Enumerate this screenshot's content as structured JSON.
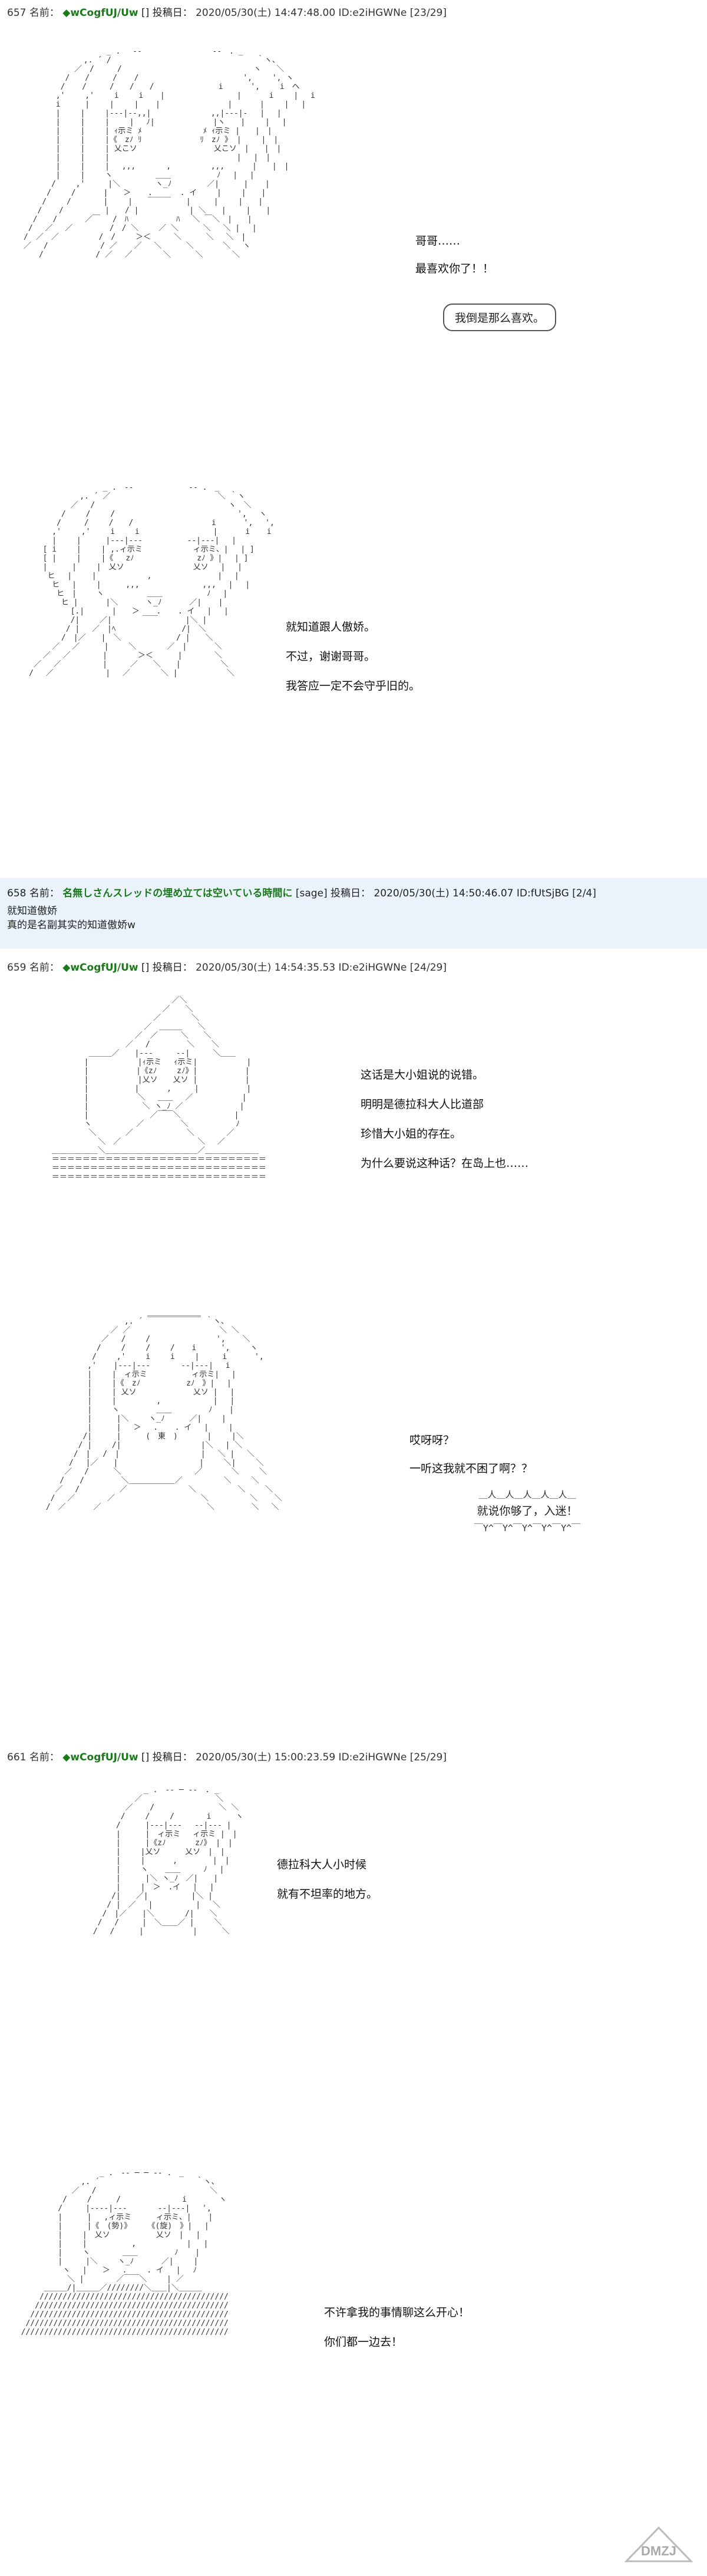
{
  "posts": [
    {
      "num": "657",
      "label": "名前：",
      "name": "◆wCogfUJ/Uw",
      "sep": "[] 投稿日：",
      "date": "2020/05/30(土) 14:47:48.00 ID:e2iHGWNe [23/29]"
    },
    {
      "num": "658",
      "label": "名前：",
      "name": "名無しさんスレッドの埋め立ては空いている時間に",
      "sep": "[sage] 投稿日：",
      "date": "2020/05/30(土) 14:50:46.07 ID:fUtSjBG [2/4]"
    },
    {
      "num": "659",
      "label": "名前：",
      "name": "◆wCogfUJ/Uw",
      "sep": "[] 投稿日：",
      "date": "2020/05/30(土) 14:54:35.53 ID:e2iHGWNe [24/29]"
    },
    {
      "num": "661",
      "label": "名前：",
      "name": "◆wCogfUJ/Uw",
      "sep": "[] 投稿日：",
      "date": "2020/05/30(土) 15:00:23.59 ID:e2iHGWNe [25/29]"
    }
  ],
  "reply658": {
    "line1": "就知道傲娇",
    "line2": "真的是名副其实的知道傲娇w"
  },
  "scene1": {
    "line1": "哥哥……",
    "line2": "最喜欢你了！！",
    "bubble": "我倒是那么喜欢。"
  },
  "scene2": {
    "line1": "就知道跟人傲娇。",
    "line2": "不过，谢谢哥哥。",
    "line3": "我答应一定不会守乎旧的。"
  },
  "scene3": {
    "line1": "这话是大小姐说的说错。",
    "line2": "明明是德拉科大人比道部",
    "line3": "珍惜大小姐的存在。",
    "line4": "为什么要说这种话？在岛上也……"
  },
  "scene4": {
    "line1": "哎呀呀？",
    "line2": "一听这我就不困了啊？？",
    "burst": "就说你够了，入迷！"
  },
  "scene5": {
    "line1": "德拉科大人小时候",
    "line2": "就有不坦率的地方。"
  },
  "scene6": {
    "line1": "不许拿我的事情聊这么开心！",
    "line2": "你们都一边去！"
  },
  "watermark": {
    "text": "DMZJ"
  }
}
